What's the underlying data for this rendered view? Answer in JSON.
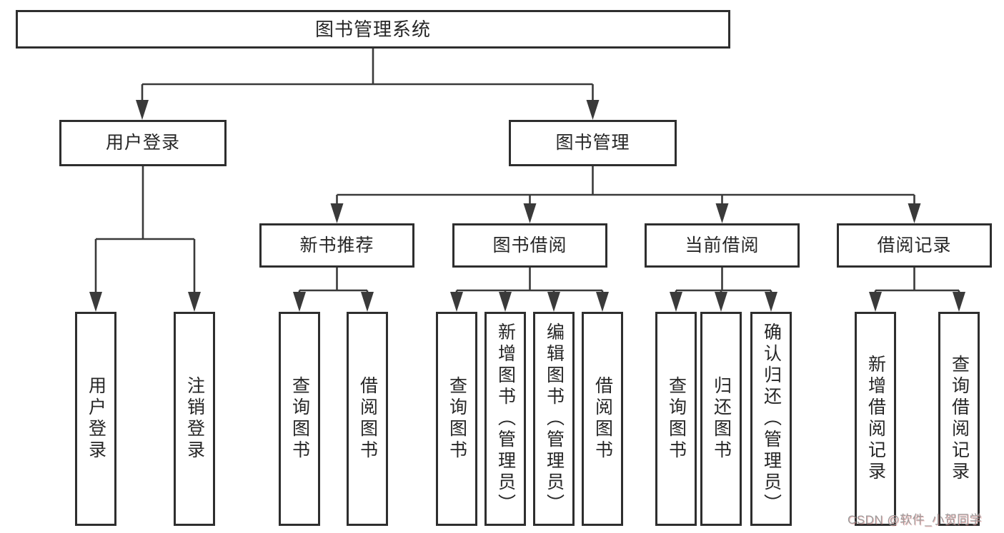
{
  "diagram": {
    "title": "图书管理系统",
    "root": "图书管理系统",
    "branches": [
      {
        "label": "用户登录",
        "children": [
          "用户登录",
          "注销登录"
        ]
      },
      {
        "label": "图书管理",
        "sections": [
          {
            "label": "新书推荐",
            "children": [
              "查询图书",
              "借阅图书"
            ]
          },
          {
            "label": "图书借阅",
            "children": [
              "查询图书",
              "新增图书（管理员）",
              "编辑图书（管理员）",
              "借阅图书"
            ]
          },
          {
            "label": "当前借阅",
            "children": [
              "查询图书",
              "归还图书",
              "确认归还（管理员）"
            ]
          },
          {
            "label": "借阅记录",
            "children": [
              "新增借阅记录",
              "查询借阅记录"
            ]
          }
        ]
      }
    ]
  },
  "watermark": {
    "text": "CSDN @软件_小贺同学"
  },
  "colors": {
    "line": "#3a3a3a",
    "border": "#2e2e2e",
    "text": "#262626",
    "watermark": "#9c9c9c",
    "background": "#ffffff"
  }
}
